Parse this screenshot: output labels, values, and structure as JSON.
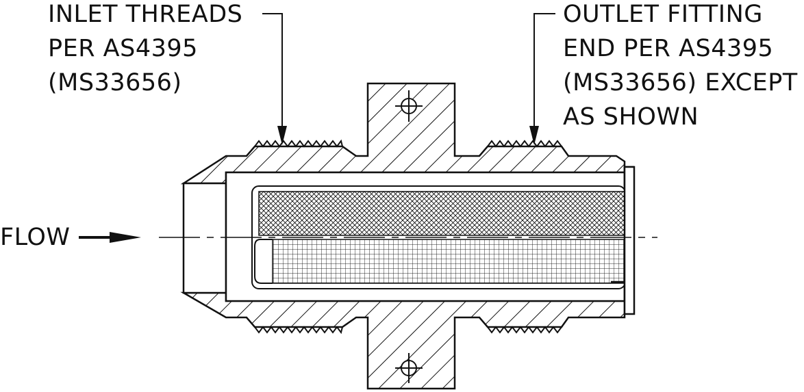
{
  "labels": {
    "inlet": {
      "lines": [
        "INLET THREADS",
        "PER AS4395",
        "(MS33656)"
      ]
    },
    "outlet": {
      "lines": [
        "OUTLET FITTING",
        "END PER AS4395",
        "(MS33656) EXCEPT",
        "AS SHOWN"
      ]
    },
    "flow": "FLOW"
  },
  "colors": {
    "ink": "#111111",
    "background": "#ffffff"
  }
}
